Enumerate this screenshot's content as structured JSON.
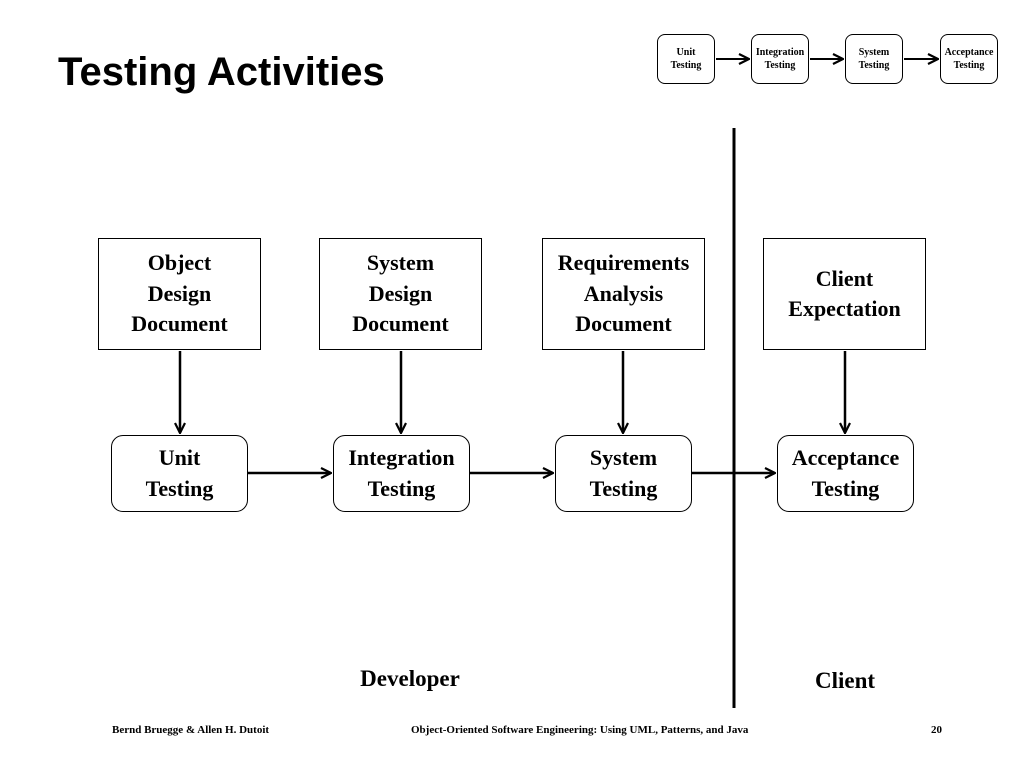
{
  "title": "Testing Activities",
  "mini_flow": [
    "Unit\nTesting",
    "Integration\nTesting",
    "System\nTesting",
    "Acceptance\nTesting"
  ],
  "documents": {
    "object_design": "Object\nDesign\nDocument",
    "system_design": "System\nDesign\nDocument",
    "requirements": "Requirements\nAnalysis\nDocument",
    "client_expectation": "Client\nExpectation"
  },
  "activities": {
    "unit": "Unit\nTesting",
    "integration": "Integration\nTesting",
    "system": "System\nTesting",
    "acceptance": "Acceptance\nTesting"
  },
  "roles": {
    "developer": "Developer",
    "client": "Client"
  },
  "footer": {
    "authors": "Bernd Bruegge & Allen H. Dutoit",
    "book": "Object-Oriented Software Engineering: Using UML, Patterns, and Java",
    "page": "20"
  }
}
